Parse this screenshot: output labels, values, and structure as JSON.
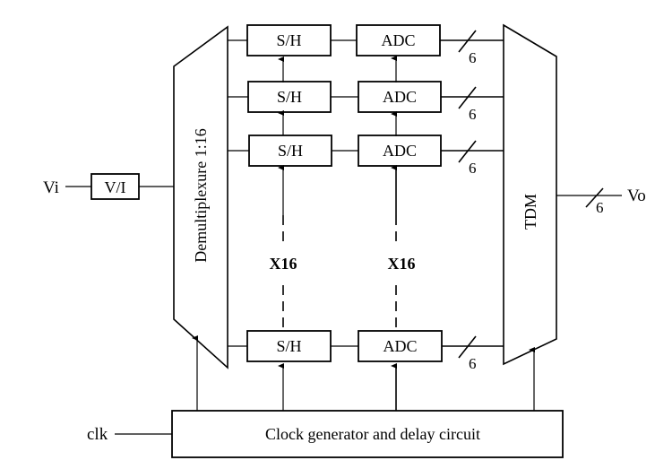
{
  "diagram": {
    "input_label": "Vi",
    "output_label": "Vo",
    "clock_label": "clk",
    "vi_converter": "V/I",
    "demux_label": "Demultiplexure 1:16",
    "tdm_label": "TDM",
    "clock_block_label": "Clock generator and delay circuit",
    "sample_hold_label": "S/H",
    "adc_label": "ADC",
    "bus_width": "6",
    "repeat_label": "X16",
    "channels": [
      {
        "sh": "S/H",
        "adc": "ADC",
        "bits": "6"
      },
      {
        "sh": "S/H",
        "adc": "ADC",
        "bits": "6"
      },
      {
        "sh": "S/H",
        "adc": "ADC",
        "bits": "6"
      },
      {
        "sh": "S/H",
        "adc": "ADC",
        "bits": "6"
      }
    ]
  }
}
